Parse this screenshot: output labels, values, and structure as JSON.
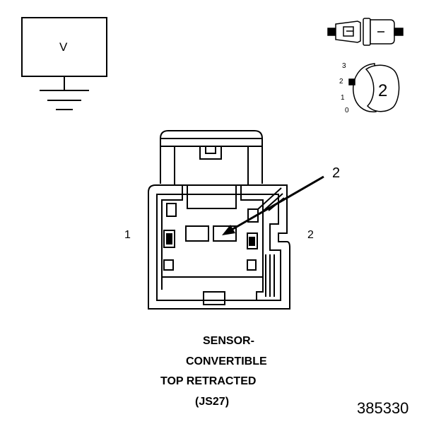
{
  "ground_symbol": {
    "box_label": "V"
  },
  "position_indicator": {
    "scale_labels": [
      "3",
      "2",
      "1",
      "0"
    ],
    "selected_number": "2"
  },
  "connector": {
    "pin_label_left": "1",
    "pin_label_right": "2",
    "callout_number": "2"
  },
  "caption": {
    "lines": [
      "SENSOR-",
      "CONVERTIBLE",
      "TOP RETRACTED",
      "(JS27)"
    ]
  },
  "figure_number": "385330"
}
